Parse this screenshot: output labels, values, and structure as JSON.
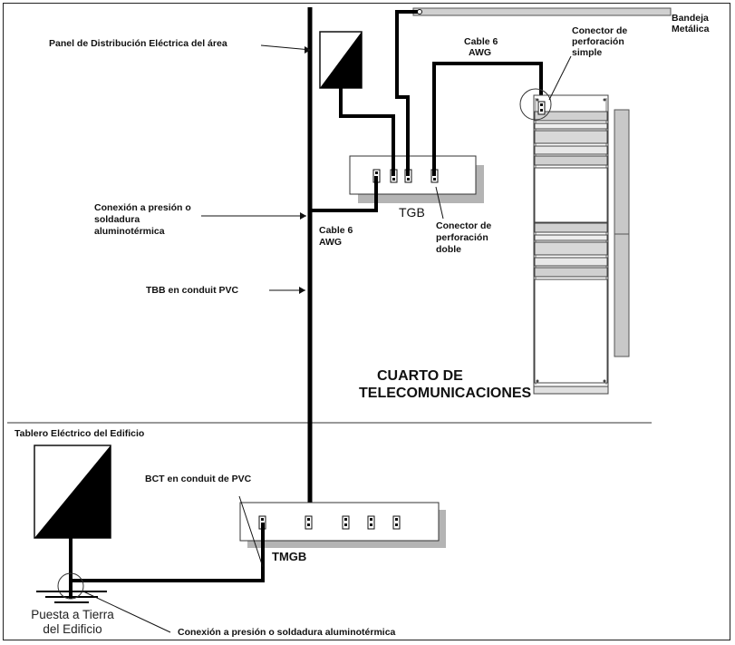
{
  "labels": {
    "panel_area": "Panel de Distribución Eléctrica del área",
    "bandeja_1": "Bandeja",
    "bandeja_2": "Metálica",
    "cable_top_1": "Cable 6",
    "cable_top_2": "AWG",
    "conector_simple_1": "Conector de",
    "conector_simple_2": "perforación",
    "conector_simple_3": "simple",
    "conexion_presion_1": "Conexión a presión o",
    "conexion_presion_2": "soldadura",
    "conexion_presion_3": "aluminotérmica",
    "cable_mid_1": "Cable 6",
    "cable_mid_2": "AWG",
    "tgb": "TGB",
    "conector_doble_1": "Conector de",
    "conector_doble_2": "perforación",
    "conector_doble_3": "doble",
    "tbb": "TBB en conduit PVC",
    "cuarto_1": "CUARTO DE",
    "cuarto_2": "TELECOMUNICACIONES",
    "tablero_edificio": "Tablero Eléctrico del Edificio",
    "bct": "BCT en conduit de PVC",
    "tmgb": "TMGB",
    "puesta_1": "Puesta a Tierra",
    "puesta_2": "del Edificio",
    "conexion_bottom": "Conexión a presión o soldadura aluminotérmica"
  },
  "colors": {
    "line": "#000000",
    "box_fill": "#ffffff",
    "box_shadow": "#b4b4b4",
    "rack_gray": "#c8c8c8"
  }
}
